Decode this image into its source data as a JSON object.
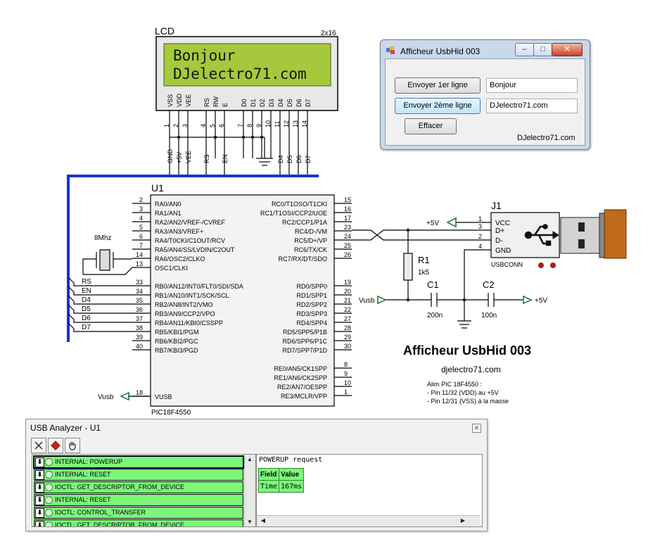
{
  "lcd": {
    "title": "LCD",
    "size_label": "2x16",
    "line1": "Bonjour",
    "line2": "DJelectro71.com",
    "pin_names": [
      "VSS",
      "VDD",
      "VEE",
      "RS",
      "RW",
      "E",
      "D0",
      "D1",
      "D2",
      "D3",
      "D4",
      "D5",
      "D6",
      "D7"
    ],
    "pin_numbers": [
      "1",
      "2",
      "3",
      "4",
      "5",
      "6",
      "7",
      "8",
      "9",
      "10",
      "11",
      "12",
      "13",
      "14"
    ],
    "bus_labels": [
      "GND",
      "+5V",
      "VEE",
      "RS",
      "EN",
      "D4",
      "D5",
      "D6",
      "D7"
    ]
  },
  "mcu": {
    "designator": "U1",
    "part": "PIC18F4550",
    "left_pins": [
      {
        "num": "2",
        "name": "RA0/AN0"
      },
      {
        "num": "3",
        "name": "RA1/AN1"
      },
      {
        "num": "4",
        "name": "RA2/AN2/VREF-/CVREF"
      },
      {
        "num": "5",
        "name": "RA3/AN3/VREF+"
      },
      {
        "num": "6",
        "name": "RA4/T0CKI/C1OUT/RCV"
      },
      {
        "num": "7",
        "name": "RA5/AN4/SS/LVDIN/C2OUT"
      },
      {
        "num": "14",
        "name": "RA6/OSC2/CLKO"
      },
      {
        "num": "13",
        "name": "OSC1/CLKI"
      },
      {
        "num": "33",
        "name": "RB0/AN12/INT0/FLT0/SDI/SDA"
      },
      {
        "num": "34",
        "name": "RB1/AN10/INT1/SCK/SCL"
      },
      {
        "num": "35",
        "name": "RB2/AN8/INT2/VMO"
      },
      {
        "num": "36",
        "name": "RB3/AN9/CCP2/VPO"
      },
      {
        "num": "37",
        "name": "RB4/AN11/KBI0/CSSPP"
      },
      {
        "num": "38",
        "name": "RB5/KBI1/PGM"
      },
      {
        "num": "39",
        "name": "RB6/KBI2/PGC"
      },
      {
        "num": "40",
        "name": "RB7/KBI3/PGD"
      },
      {
        "num": "18",
        "name": "VUSB"
      }
    ],
    "right_pins": [
      {
        "num": "15",
        "name": "RC0/T1OSO/T1CKI"
      },
      {
        "num": "16",
        "name": "RC1/T1OSI/CCP2/UOE"
      },
      {
        "num": "17",
        "name": "RC2/CCP1/P1A"
      },
      {
        "num": "23",
        "name": "RC4/D-/VM"
      },
      {
        "num": "24",
        "name": "RC5/D+/VP"
      },
      {
        "num": "25",
        "name": "RC6/TX/CK"
      },
      {
        "num": "26",
        "name": "RC7/RX/DT/SDO"
      },
      {
        "num": "19",
        "name": "RD0/SPP0"
      },
      {
        "num": "20",
        "name": "RD1/SPP1"
      },
      {
        "num": "21",
        "name": "RD2/SPP2"
      },
      {
        "num": "22",
        "name": "RD3/SPP3"
      },
      {
        "num": "27",
        "name": "RD4/SPP4"
      },
      {
        "num": "28",
        "name": "RD5/SPP5/P1B"
      },
      {
        "num": "29",
        "name": "RD6/SPP6/P1C"
      },
      {
        "num": "30",
        "name": "RD7/SPP7/P1D"
      },
      {
        "num": "8",
        "name": "RE0/AN5/CK1SPP"
      },
      {
        "num": "9",
        "name": "RE1/AN6/CK2SPP"
      },
      {
        "num": "10",
        "name": "RE2/AN7/OESPP"
      },
      {
        "num": "1",
        "name": "RE3/MCLR/VPP"
      }
    ],
    "rb_net_labels": [
      "RS",
      "EN",
      "D4",
      "D5",
      "D6",
      "D7"
    ],
    "vusb_label": "Vusb"
  },
  "crystal": {
    "label": "8Mhz"
  },
  "usb_conn": {
    "designator": "J1",
    "part": "USBCONN",
    "pins": [
      {
        "num": "1",
        "name": "VCC"
      },
      {
        "num": "3",
        "name": "D+"
      },
      {
        "num": "2",
        "name": "D-"
      },
      {
        "num": "4",
        "name": "GND"
      }
    ],
    "vcc_label": "+5V"
  },
  "r1": {
    "designator": "R1",
    "value": "1k5"
  },
  "c1": {
    "designator": "C1",
    "value": "200n"
  },
  "c2": {
    "designator": "C2",
    "value": "100n"
  },
  "nets": {
    "vusb": "Vusb",
    "plus5v": "+5V"
  },
  "info": {
    "title": "Afficheur UsbHid 003",
    "site": "djelectro71.com",
    "note1": "Alim PIC 18F4550 :",
    "note2": "- Pin 11/32 (VDD) au +5V",
    "note3": "- Pin 12/31 (VSS) à la masse"
  },
  "app_window": {
    "title": "Afficheur UsbHid 003",
    "ctrl_min": "‒",
    "ctrl_max": "□",
    "ctrl_close": "✕",
    "btn_line1": "Envoyer 1er ligne",
    "btn_line2": "Envoyer 2ème ligne",
    "btn_clear": "Effacer",
    "field1": "Bonjour",
    "field2": "DJelectro71.com",
    "footer": "DJelectro71.com"
  },
  "analyzer": {
    "title": "USB Analyzer - U1",
    "close": "✕",
    "rows": [
      "INTERNAL:  POWERUP",
      "INTERNAL:  RESET",
      "IOCTL:  GET_DESCRIPTOR_FROM_DEVICE",
      "INTERNAL:  RESET",
      "IOCTL:  CONTROL_TRANSFER",
      "IOCTL:  GET_DESCRIPTOR_FROM_DEVICE"
    ],
    "detail_title": "POWERUP request",
    "detail_headers": [
      "Field",
      "Value"
    ],
    "detail_rows": [
      [
        "Time",
        "167ms"
      ]
    ]
  },
  "colors": {
    "bus": "#1a33cc",
    "lcd_bg": "#a6c83c",
    "wire": "#000000",
    "net_green": "#1c6b2c",
    "usb_plug": "#c06a1c",
    "row_green": "#7cf77a"
  }
}
